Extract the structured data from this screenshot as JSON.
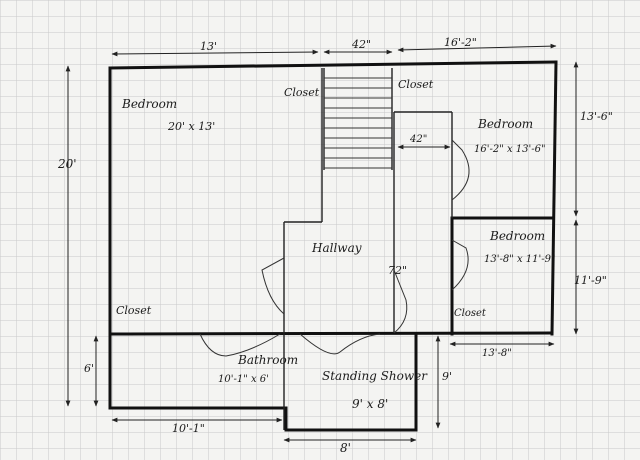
{
  "rooms": {
    "bedroom_main": {
      "name": "Bedroom",
      "size": "20' x 13'"
    },
    "closet_left_top": "Closet",
    "closet_right_top": "Closet",
    "bedroom_right_top": {
      "name": "Bedroom",
      "size": "16'-2\" x 13'-6\""
    },
    "bedroom_right_mid": {
      "name": "Bedroom",
      "size": "13'-8\" x 11'-9\""
    },
    "hallway": "Hallway",
    "closet_left_bottom": "Closet",
    "closet_right_bottom": "Closet",
    "bathroom": {
      "name": "Bathroom",
      "size": "10'-1\" x 6'"
    },
    "shower": {
      "name": "Standing Shower",
      "size": "9' x 8'"
    }
  },
  "dimensions": {
    "top_left": "13'",
    "top_stair": "42\"",
    "top_right": "16'-2\"",
    "left_total": "20'",
    "left_bottom": "6'",
    "right_top": "13'-6\"",
    "right_mid": "11'-9\"",
    "hall_inner": "42\"",
    "hall_length": "72\"",
    "bottom_right_room": "13'-8\"",
    "bottom_bath": "10'-1\"",
    "bottom_shower": "8'",
    "shower_height": "9'"
  }
}
